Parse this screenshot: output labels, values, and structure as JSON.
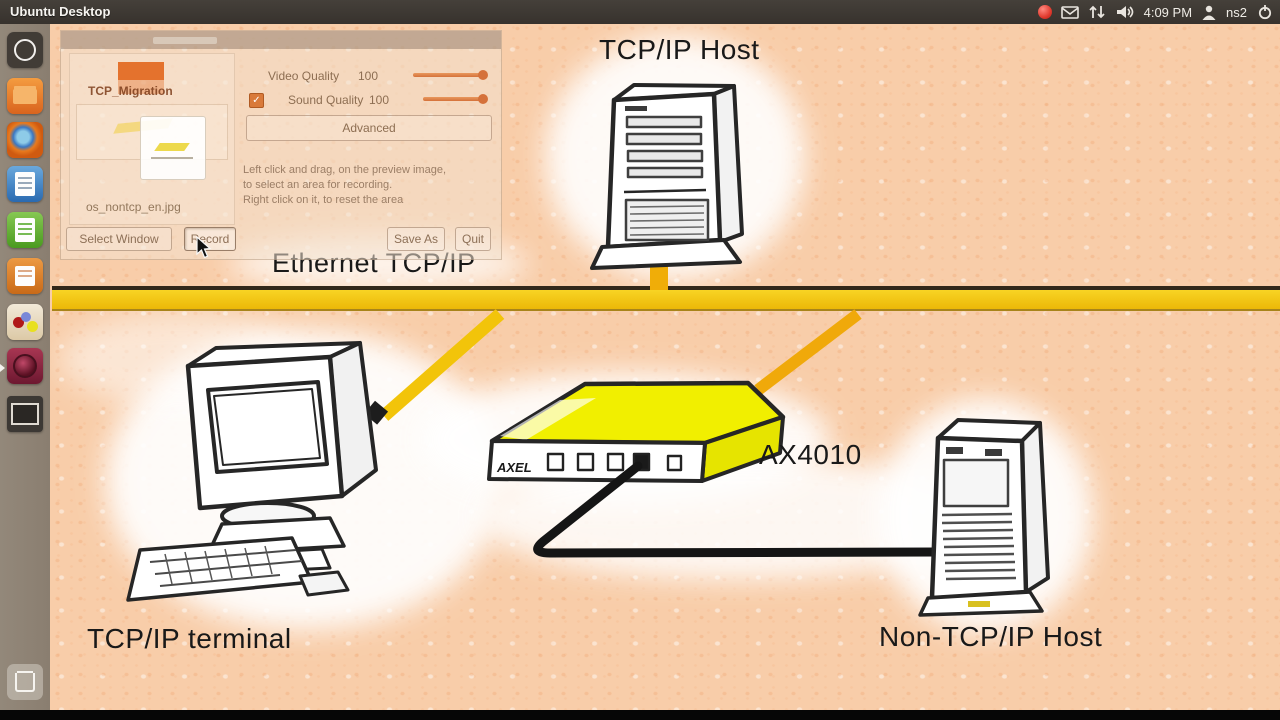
{
  "panel": {
    "title": "Ubuntu Desktop",
    "time": "4:09 PM",
    "username": "ns2",
    "tray_icons": [
      "recording-indicator",
      "mail-icon",
      "network-arrows-icon",
      "volume-icon",
      "user-icon",
      "session-gear-icon"
    ]
  },
  "launcher": {
    "icons": [
      "dash-home",
      "files",
      "firefox",
      "libreoffice-writer",
      "libreoffice-calc",
      "libreoffice-impress",
      "software-center",
      "recordmydesktop",
      "terminal",
      "trash"
    ]
  },
  "recorder_dialog": {
    "preview": {
      "window_title": "TCP_Migration",
      "filename": "os_nontcp_en.jpg"
    },
    "video_quality": {
      "label": "Video Quality",
      "value": "100"
    },
    "sound_quality": {
      "label": "Sound Quality",
      "value": "100"
    },
    "checkbox_mark": "✓",
    "advanced_label": "Advanced",
    "help": {
      "line1": "Left click and drag, on the preview image,",
      "line2": "to select an area for recording.",
      "line3": "Right click on it, to reset the area"
    },
    "buttons": {
      "select_window": "Select Window",
      "record": "Record",
      "save_as": "Save As",
      "quit": "Quit"
    }
  },
  "diagram": {
    "labels": {
      "tcp_host": "TCP/IP Host",
      "ethernet": "Ethernet TCP/IP",
      "device_model": "AX4010",
      "device_brand": "AXEL",
      "terminal": "TCP/IP terminal",
      "non_tcp_host": "Non-TCP/IP Host"
    }
  },
  "colors": {
    "background_salmon": "#f8cda9",
    "bus_yellow": "#f2c40a",
    "device_top_yellow": "#f1ef00",
    "cable_black": "#151515",
    "panel_bg": "#3c3733",
    "launcher_bg": "#8d8274",
    "dialog_tint": "#f3e2cf"
  }
}
